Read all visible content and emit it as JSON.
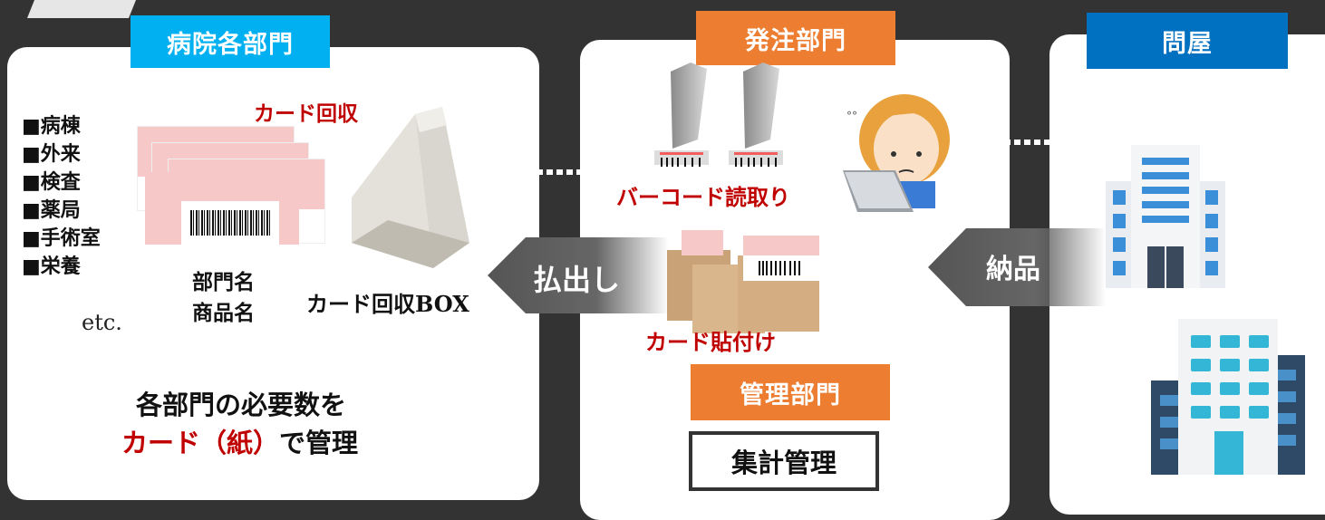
{
  "sections": {
    "hospital": "病院各部門",
    "ordering": "発注部門",
    "wholesaler": "問屋",
    "management": "管理部門"
  },
  "departments": [
    "■病棟",
    "■外来",
    "■検査",
    "■薬局",
    "■手術室",
    "■栄養"
  ],
  "etc": "etc.",
  "card_collect": "カード回収",
  "card_label_1": "部門名",
  "card_label_2": "商品名",
  "box_label": "カード回収BOX",
  "summary_line1": "各部門の必要数を",
  "summary_red": "カード（紙）",
  "summary_rest": "で管理",
  "barcode_read": "バーコード読取り",
  "card_attach": "カード貼付け",
  "payout": "払出し",
  "delivery": "納品",
  "aggregate": "集計管理",
  "colors": {
    "cyan": "#00b0f0",
    "orange": "#ed7d31",
    "blue": "#0070c0",
    "red": "#c00000"
  }
}
